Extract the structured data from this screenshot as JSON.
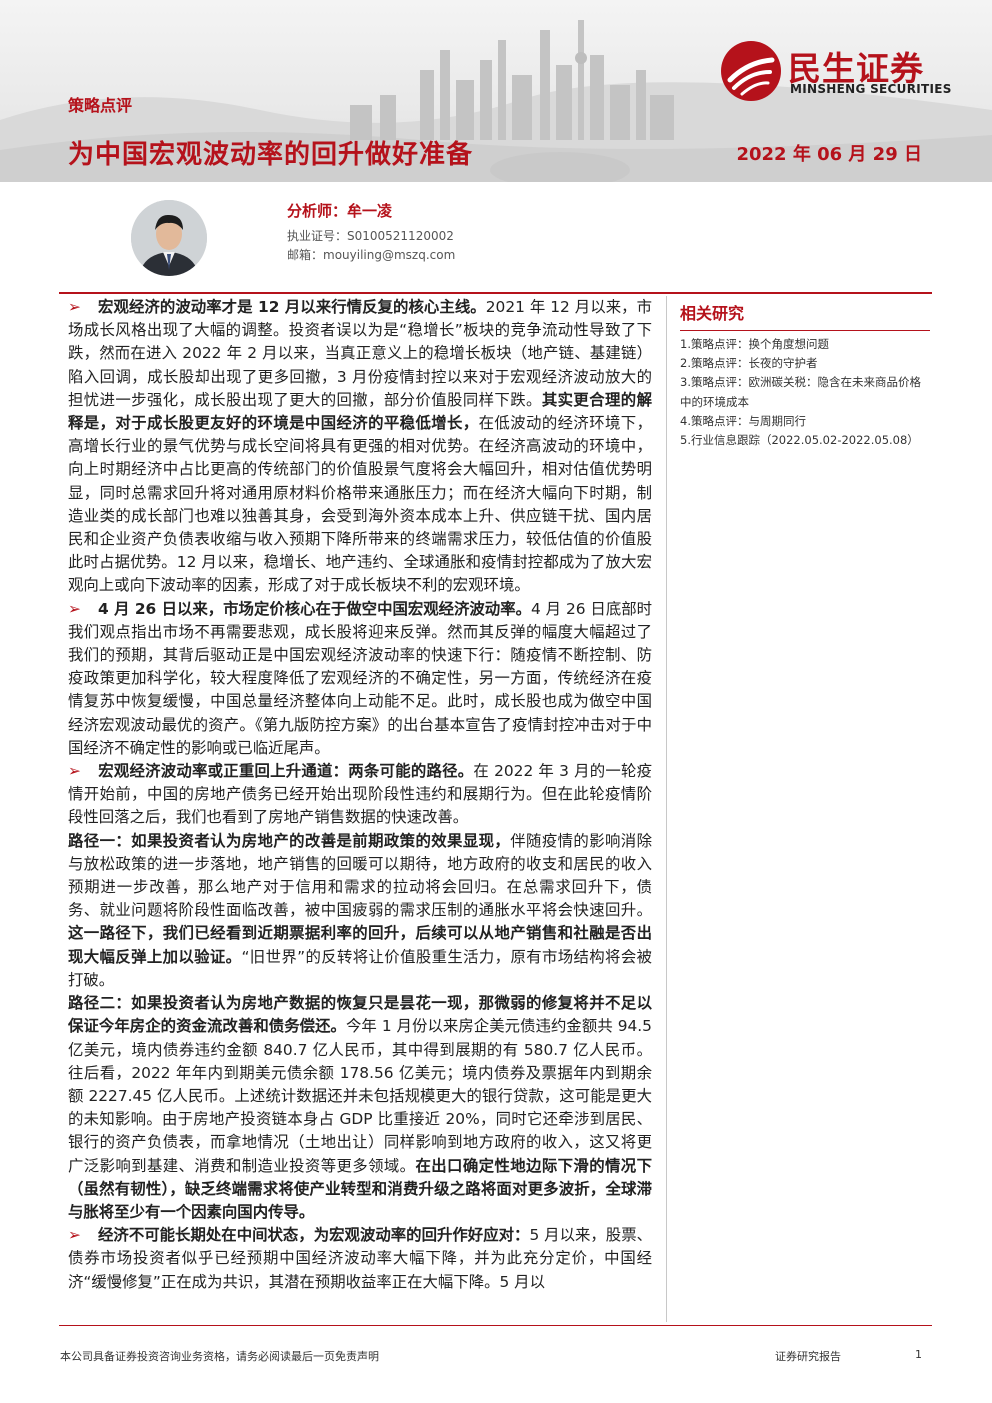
{
  "header": {
    "category": "策略点评",
    "title": "为中国宏观波动率的回升做好准备",
    "date": "2022 年 06 月 29 日",
    "logo_cn": "民生证券",
    "logo_en": "MINSHENG SECURITIES"
  },
  "analyst": {
    "name": "分析师：牟一凌",
    "license": "执业证号：S0100521120002",
    "email": "邮箱：mouyiling@mszq.com"
  },
  "body": {
    "p1_bold": "宏观经济的波动率才是 12 月以来行情反复的核心主线。",
    "p1_text1": "2021 年 12 月以来，市场成长风格出现了大幅的调整。投资者误以为是“稳增长”板块的竞争流动性导致了下跌，然而在进入 2022 年 2 月以来，当真正意义上的稳增长板块（地产链、基建链）陷入回调，成长股却出现了更多回撤，3 月份疫情封控以来对于宏观经济波动放大的担忧进一步强化，成长股出现了更大的回撤，部分价值股同样下跌。",
    "p1_bold2": "其实更合理的解释是，对于成长股更友好的环境是中国经济的平稳低增长，",
    "p1_text2": "在低波动的经济环境下，高增长行业的景气优势与成长空间将具有更强的相对优势。在经济高波动的环境中，向上时期经济中占比更高的传统部门的价值股景气度将会大幅回升，相对估值优势明显，同时总需求回升将对通用原材料价格带来通胀压力；而在经济大幅向下时期，制造业类的成长部门也难以独善其身，会受到海外资本成本上升、供应链干扰、国内居民和企业资产负债表收缩与收入预期下降所带来的终端需求压力，较低估值的价值股此时占据优势。12 月以来，稳增长、地产违约、全球通胀和疫情封控都成为了放大宏观向上或向下波动率的因素，形成了对于成长板块不利的宏观环境。",
    "p2_bold": "4 月 26 日以来，市场定价核心在于做空中国宏观经济波动率。",
    "p2_text": "4 月 26 日底部时我们观点指出市场不再需要悲观，成长股将迎来反弹。然而其反弹的幅度大幅超过了我们的预期，其背后驱动正是中国宏观经济波动率的快速下行：随疫情不断控制、防疫政策更加科学化，较大程度降低了宏观经济的不确定性，另一方面，传统经济在疫情复苏中恢复缓慢，中国总量经济整体向上动能不足。此时，成长股也成为做空中国经济宏观波动最优的资产。《第九版防控方案》的出台基本宣告了疫情封控冲击对于中国经济不确定性的影响或已临近尾声。",
    "p3_bold": "宏观经济波动率或正重回上升通道：两条可能的路径。",
    "p3_text": "在 2022 年 3 月的一轮疫情开始前，中国的房地产债务已经开始出现阶段性违约和展期行为。但在此轮疫情阶段性回落之后，我们也看到了房地产销售数据的快速改善。",
    "p4_bold": "路径一：如果投资者认为房地产的改善是前期政策的效果显现，",
    "p4_text1": "伴随疫情的影响消除与放松政策的进一步落地，地产销售的回暖可以期待，地方政府的收支和居民的收入预期进一步改善，那么地产对于信用和需求的拉动将会回归。在总需求回升下，债务、就业问题将阶段性面临改善，被中国疲弱的需求压制的通胀水平将会快速回升。",
    "p4_bold2": "这一路径下，我们已经看到近期票据利率的回升，后续可以从地产销售和社融是否出现大幅反弹上加以验证。",
    "p4_text2": "“旧世界”的反转将让价值股重生活力，原有市场结构将会被打破。",
    "p5_bold": "路径二：如果投资者认为房地产数据的恢复只是昙花一现，那微弱的修复将并不足以保证今年房企的资金流改善和债务偿还。",
    "p5_text": "今年 1 月份以来房企美元债违约金额共 94.5 亿美元，境内债券违约金额 840.7 亿人民币，其中得到展期的有 580.7 亿人民币。往后看，2022 年年内到期美元债余额 178.56 亿美元；境内债券及票据年内到期余额 2227.45 亿人民币。上述统计数据还并未包括规模更大的银行贷款，这可能是更大的未知影响。由于房地产投资链本身占 GDP 比重接近 20%，同时它还牵涉到居民、银行的资产负债表，而拿地情况（土地出让）同样影响到地方政府的收入，这又将更广泛影响到基建、消费和制造业投资等更多领域。",
    "p5_bold2": "在出口确定性地边际下滑的情况下（虽然有韧性），缺乏终端需求将使产业转型和消费升级之路将面对更多波折，全球滞与胀将至少有一个因素向国内传导。",
    "p6_bold": "经济不可能长期处在中间状态，为宏观波动率的回升作好应对：",
    "p6_text": "5 月以来，股票、债券市场投资者似乎已经预期中国经济波动率大幅下降，并为此充分定价，中国经济“缓慢修复”正在成为共识，其潜在预期收益率正在大幅下降。5 月以"
  },
  "related": {
    "title": "相关研究",
    "items": [
      "1.策略点评：换个角度想问题",
      "2.策略点评：长夜的守护者",
      "3.策略点评：欧洲碳关税：隐含在未来商品价格中的环境成本",
      "4.策略点评：与周期同行",
      "5.行业信息跟踪（2022.05.02-2022.05.08）"
    ]
  },
  "footer": {
    "disclaimer": "本公司具备证券投资咨询业务资格，请务必阅读最后一页免责声明",
    "report_type": "证券研究报告",
    "page": "1"
  },
  "colors": {
    "brand_red": "#b5121b"
  }
}
